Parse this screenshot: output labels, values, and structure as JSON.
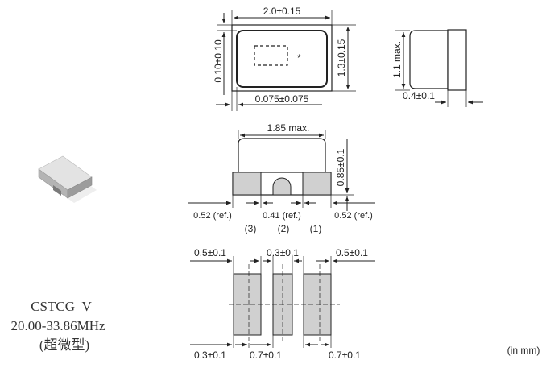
{
  "top_view": {
    "width_dim": "2.0±0.15",
    "height_dim": "1.3±0.15",
    "left_dim": "0.10±0.10",
    "bottom_dim": "0.075±0.075",
    "mark": "*"
  },
  "side_view_right": {
    "height_dim": "1.1 max.",
    "bottom_dim": "0.4±0.1"
  },
  "front_view": {
    "width_dim": "1.85 max.",
    "height_dim": "0.85±0.1",
    "left_ref": "0.52 (ref.)",
    "mid_ref": "0.41 (ref.)",
    "right_ref": "0.52 (ref.)",
    "terminals": [
      "(3)",
      "(2)",
      "(1)"
    ]
  },
  "land_pattern": {
    "top_left": "0.5±0.1",
    "top_mid": "0.3±0.1",
    "top_right": "0.5±0.1",
    "bottom_left": "0.3±0.1",
    "bottom_mid": "0.7±0.1",
    "bottom_right": "0.7±0.1"
  },
  "product": {
    "name": "CSTCG_V",
    "freq": "20.00-33.86MHz",
    "note": "(超微型)"
  },
  "unit_note": "(in mm)"
}
